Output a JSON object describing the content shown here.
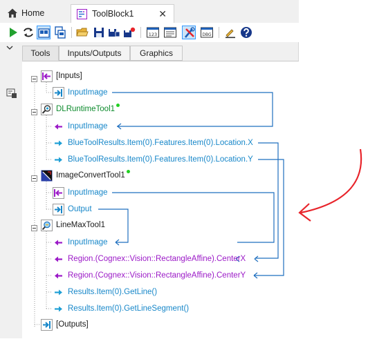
{
  "tabs": {
    "home_label": "Home",
    "document_label": "ToolBlock1",
    "close_glyph": "✕"
  },
  "toolbar": {
    "buttons": [
      {
        "name": "run-icon"
      },
      {
        "name": "loop-run-icon"
      },
      {
        "name": "show-tools-icon",
        "active": true
      },
      {
        "name": "show-inputs-outputs-icon"
      },
      {
        "name": "open-folder-icon"
      },
      {
        "name": "save-icon"
      },
      {
        "name": "save-settings-icon"
      },
      {
        "name": "save-all-icon"
      },
      {
        "name": "display-123-icon"
      },
      {
        "name": "grid-view-icon"
      },
      {
        "name": "tool-settings-icon",
        "active": true
      },
      {
        "name": "debug-icon"
      },
      {
        "name": "pen-icon"
      },
      {
        "name": "help-icon"
      }
    ],
    "debug_text": "DBG",
    "numbers_text": "123"
  },
  "view_tabs": [
    "Tools",
    "Inputs/Outputs",
    "Graphics"
  ],
  "tree": {
    "inputs_label": "[Inputs]",
    "input_image_label": "InputImage",
    "dl_tool": "DLRuntimeTool1",
    "dl_input": "InputImage",
    "dl_out_x": "BlueToolResults.Item(0).Features.Item(0).Location.X",
    "dl_out_y": "BlueToolResults.Item(0).Features.Item(0).Location.Y",
    "convert_tool": "ImageConvertTool1",
    "convert_input": "InputImage",
    "convert_output": "Output",
    "linemax_tool": "LineMaxTool1",
    "linemax_input": "InputImage",
    "linemax_centerx": "Region.(Cognex::Vision::RectangleAffine).CenterX",
    "linemax_centery": "Region.(Cognex::Vision::RectangleAffine).CenterY",
    "result_getline": "Results.Item(0).GetLine()",
    "result_getsegment": "Results.Item(0).GetLineSegment()",
    "outputs_label": "[Outputs]"
  },
  "colors": {
    "link_line": "#1f6fbf",
    "annotation_arrow": "#e8242b",
    "input_text": "#9b19c7",
    "output_text": "#1787c9",
    "tool_text": "#0c8a2c",
    "selected_button_bg": "#cce4f7"
  }
}
